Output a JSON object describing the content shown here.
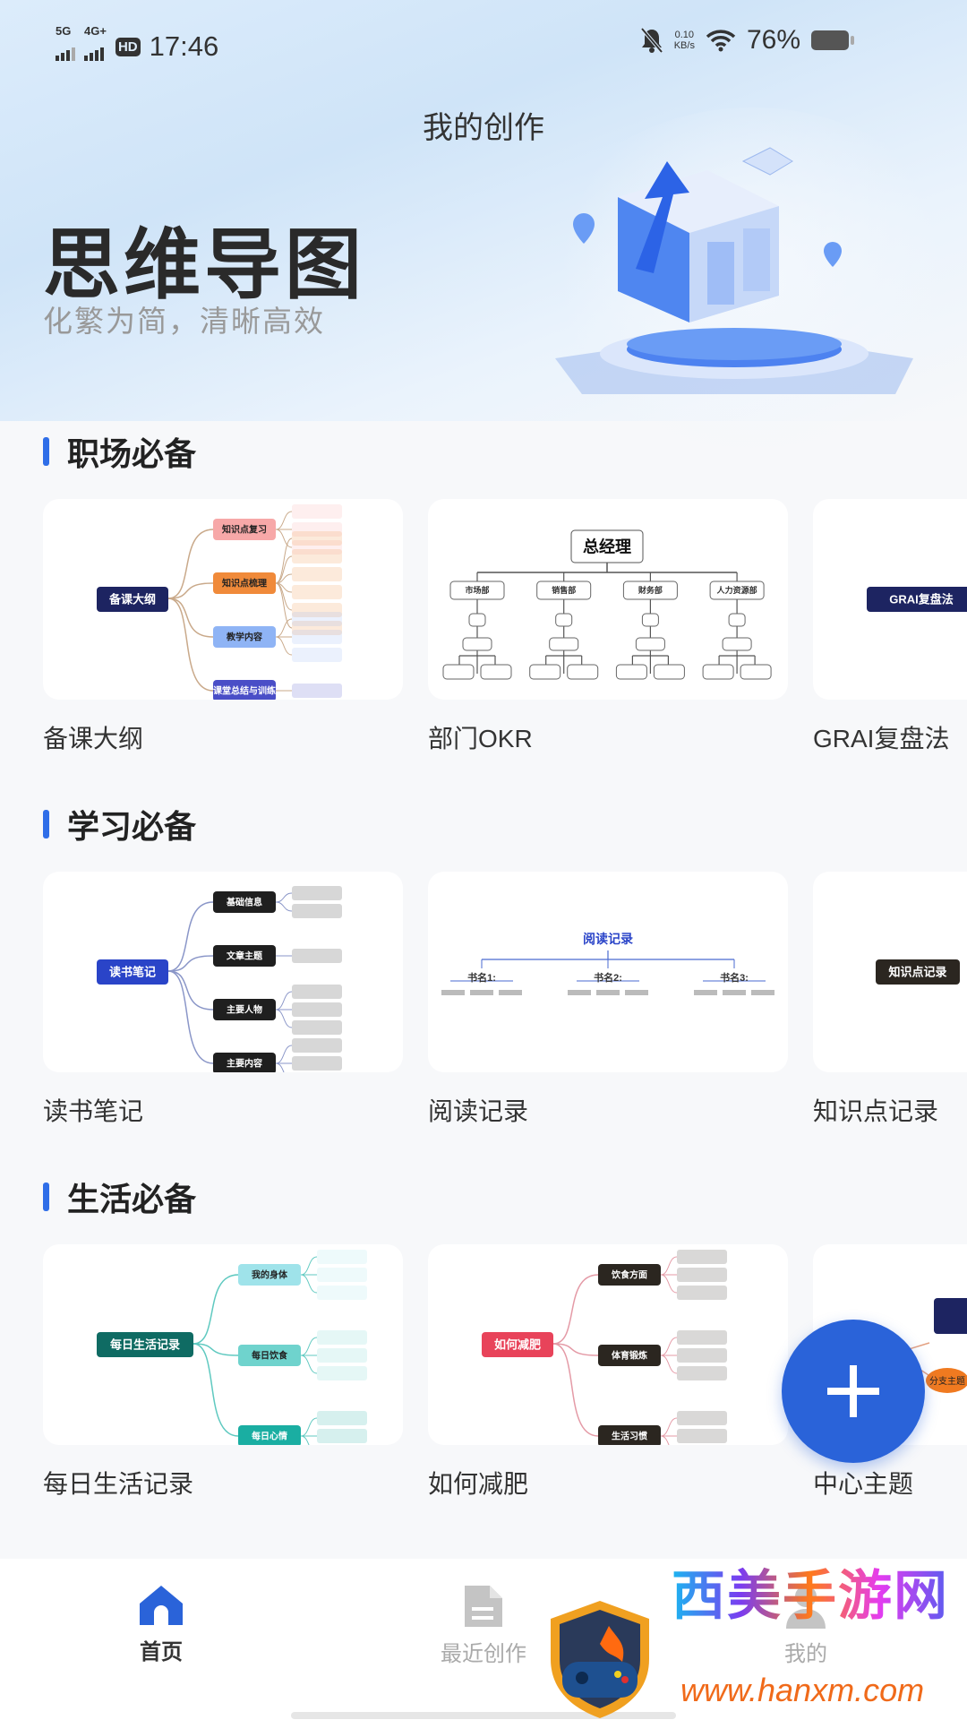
{
  "status_bar": {
    "net1": "5G",
    "net2": "4G+",
    "hd": "HD",
    "time": "17:46",
    "speed_value": "0.10",
    "speed_unit": "KB/s",
    "battery": "76%"
  },
  "header": {
    "title": "我的创作"
  },
  "hero": {
    "title": "思维导图",
    "subtitle": "化繁为简，清晰高效"
  },
  "sections": [
    {
      "title": "职场必备",
      "cards": [
        {
          "label": "备课大纲",
          "thumb": {
            "type": "mind",
            "root": "备课大纲",
            "root_color": "#1d2461",
            "line": "#c9a98a",
            "branches": [
              {
                "label": "知识点复习",
                "color": "#f7a8a8",
                "leaves": 3
              },
              {
                "label": "知识点梳理",
                "color": "#f08a3a",
                "leaves": 6
              },
              {
                "label": "教学内容",
                "color": "#8fb4f5",
                "leaves": 3
              },
              {
                "label": "课堂总结与训练",
                "color": "#4a4ec7",
                "leaves": 1
              }
            ]
          }
        },
        {
          "label": "部门OKR",
          "thumb": {
            "type": "org",
            "root": "总经理",
            "branches": [
              "市场部",
              "销售部",
              "财务部",
              "人力资源部"
            ]
          }
        },
        {
          "label": "GRAI复盘法",
          "thumb": {
            "type": "mind",
            "root": "GRAI复盘法",
            "root_color": "#1d2461",
            "line": "#c9b28a",
            "branches": [
              {
                "label": "",
                "color": "#f08a5a",
                "leaves": 0
              },
              {
                "label": "",
                "color": "#f0b040",
                "leaves": 0
              },
              {
                "label": "",
                "color": "#9ccf40",
                "leaves": 0
              },
              {
                "label": "",
                "color": "#1aa6b8",
                "leaves": 0
              },
              {
                "label": "",
                "color": "#6a6fd0",
                "leaves": 0
              }
            ]
          }
        }
      ]
    },
    {
      "title": "学习必备",
      "cards": [
        {
          "label": "读书笔记",
          "thumb": {
            "type": "mind",
            "root": "读书笔记",
            "root_color": "#2a44c8",
            "line": "#8a96c8",
            "branches": [
              {
                "label": "基础信息",
                "color": "#1f1f1f",
                "leaves": 2
              },
              {
                "label": "文章主题",
                "color": "#1f1f1f",
                "leaves": 1
              },
              {
                "label": "主要人物",
                "color": "#1f1f1f",
                "leaves": 3
              },
              {
                "label": "主要内容",
                "color": "#1f1f1f",
                "leaves": 3
              }
            ]
          }
        },
        {
          "label": "阅读记录",
          "thumb": {
            "type": "tree",
            "root": "阅读记录",
            "branches": [
              "书名1:",
              "书名2:",
              "书名3:"
            ]
          }
        },
        {
          "label": "知识点记录",
          "thumb": {
            "type": "mind",
            "root": "知识点记录",
            "root_color": "#2b2620",
            "line": "#999",
            "branches": []
          }
        }
      ]
    },
    {
      "title": "生活必备",
      "cards": [
        {
          "label": "每日生活记录",
          "thumb": {
            "type": "mind",
            "root": "每日生活记录",
            "root_color": "#0f6b63",
            "line": "#5fc9c0",
            "branches": [
              {
                "label": "我的身体",
                "color": "#9fe3ea",
                "leaves": 3
              },
              {
                "label": "每日饮食",
                "color": "#6fd3cd",
                "leaves": 3
              },
              {
                "label": "每日心情",
                "color": "#1aaea2",
                "leaves": 3
              }
            ]
          }
        },
        {
          "label": "如何减肥",
          "thumb": {
            "type": "mind",
            "root": "如何减肥",
            "root_color": "#e8435a",
            "line": "#e49aa6",
            "branches": [
              {
                "label": "饮食方面",
                "color": "#2b2620",
                "leaves": 3
              },
              {
                "label": "体育锻炼",
                "color": "#2b2620",
                "leaves": 3
              },
              {
                "label": "生活习惯",
                "color": "#2b2620",
                "leaves": 3
              }
            ]
          }
        },
        {
          "label": "中心主题",
          "thumb": {
            "type": "center",
            "root": "",
            "branch": "分支主题"
          }
        }
      ]
    }
  ],
  "fab": {
    "icon": "plus-icon"
  },
  "nav": [
    {
      "label": "首页",
      "icon": "home-icon",
      "active": true
    },
    {
      "label": "最近创作",
      "icon": "document-icon",
      "active": false
    },
    {
      "label": "我的",
      "icon": "user-icon",
      "active": false
    }
  ],
  "watermark": {
    "name": "西美手游网",
    "url": "www.hanxm.com"
  },
  "colors": {
    "accent": "#2a63d9",
    "section_bar": "#2f6ee8"
  }
}
